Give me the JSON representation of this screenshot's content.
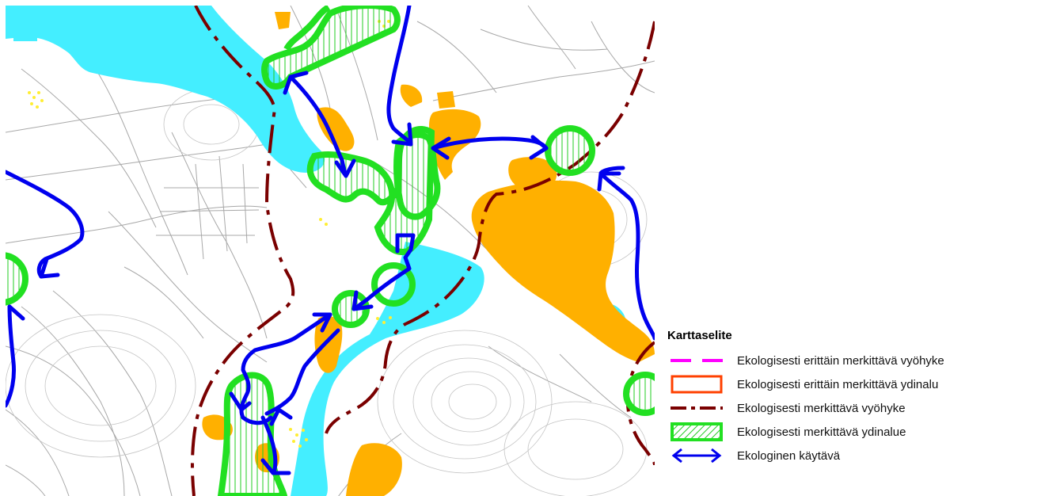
{
  "legend": {
    "title": "Karttaselite",
    "items": [
      {
        "key": "very-important-zone",
        "symbol": "dashed-line",
        "color": "#ff00ff",
        "label": "Ekologisesti erittäin merkittävä vyöhyke"
      },
      {
        "key": "very-important-core",
        "symbol": "outlined-box",
        "color": "#ff4000",
        "label": "Ekologisesti erittäin merkittävä ydinalu"
      },
      {
        "key": "important-zone",
        "symbol": "dash-dot-line",
        "color": "#7a0000",
        "label": "Ekologisesti merkittävä vyöhyke"
      },
      {
        "key": "important-core",
        "symbol": "hatched-box",
        "color": "#22e022",
        "label": "Ekologisesti merkittävä ydinalue"
      },
      {
        "key": "ecological-corridor",
        "symbol": "double-arrow",
        "color": "#0000ff",
        "label": "Ekologinen käytävä"
      }
    ]
  },
  "map_colors": {
    "water": "#44eeff",
    "built_area": "#ffb000",
    "core_area": "#22e022",
    "corridor": "#0000ff",
    "zone": "#7a0000",
    "base_lines": "#9a9a9a"
  }
}
